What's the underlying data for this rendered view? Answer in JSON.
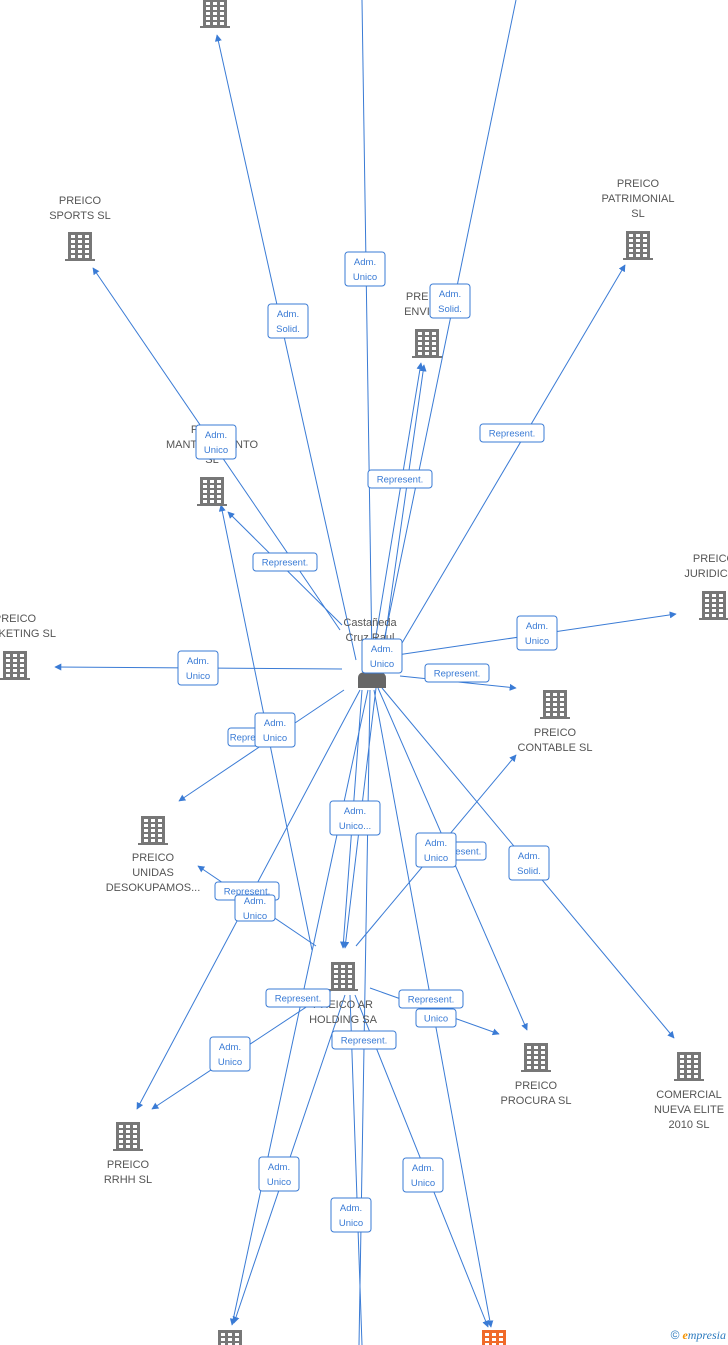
{
  "colors": {
    "edge": "#3a7bd5",
    "company_icon": "#777777",
    "company_icon_highlight": "#f06a2a",
    "person_icon": "#666666",
    "label_text": "#555555",
    "relation_text": "#3a7bd5"
  },
  "brand": {
    "copyright": "©",
    "initial": "e",
    "name": "mpresia"
  },
  "person": {
    "label_lines": [
      "Castañeda",
      "Cruz Raul"
    ]
  },
  "companies": [
    {
      "id": "top",
      "label_lines": []
    },
    {
      "id": "sports",
      "label_lines": [
        "PREICO",
        "SPORTS  SL"
      ]
    },
    {
      "id": "patrimonial",
      "label_lines": [
        "PREICO",
        "PATRIMONIAL",
        "SL"
      ]
    },
    {
      "id": "envidi",
      "label_lines": [
        "PREICO",
        "ENVIDI..."
      ]
    },
    {
      "id": "mant",
      "label_lines": [
        "PREICO",
        "MANTENIMIENTO",
        "SL"
      ]
    },
    {
      "id": "juridicos",
      "label_lines": [
        "PREICO",
        "JURIDICOS"
      ]
    },
    {
      "id": "marketing",
      "label_lines": [
        "PREICO",
        "MARKETING  SL"
      ]
    },
    {
      "id": "contable",
      "label_lines": [
        "PREICO",
        "CONTABLE  SL"
      ]
    },
    {
      "id": "unidas",
      "label_lines": [
        "PREICO",
        "UNIDAS",
        "DESOKUPAMOS..."
      ]
    },
    {
      "id": "holding",
      "label_lines": [
        "PREICO AR",
        "HOLDING SA"
      ]
    },
    {
      "id": "procura",
      "label_lines": [
        "PREICO",
        "PROCURA  SL"
      ]
    },
    {
      "id": "comercial",
      "label_lines": [
        "COMERCIAL",
        "NUEVA ELITE",
        "2010 SL"
      ]
    },
    {
      "id": "rrhh",
      "label_lines": [
        "PREICO",
        "RRHH  SL"
      ]
    },
    {
      "id": "bottom1",
      "label_lines": []
    },
    {
      "id": "bottom2",
      "label_lines": [],
      "highlight": true
    }
  ],
  "relations": [
    {
      "lines": [
        "Adm.",
        "Solid."
      ]
    },
    {
      "lines": [
        "Adm.",
        "Unico"
      ]
    },
    {
      "lines": [
        "Adm.",
        "Solid."
      ]
    },
    {
      "lines": [
        "Represent."
      ]
    },
    {
      "lines": [
        "Adm.",
        "Unico"
      ]
    },
    {
      "lines": [
        "Represent."
      ]
    },
    {
      "lines": [
        "Represent."
      ]
    },
    {
      "lines": [
        "Adm.",
        "Unico"
      ]
    },
    {
      "lines": [
        "Adm.",
        "Unico"
      ]
    },
    {
      "lines": [
        "Adm.",
        "Unico"
      ]
    },
    {
      "lines": [
        "Represent."
      ]
    },
    {
      "lines": [
        "Repres..."
      ]
    },
    {
      "lines": [
        "Adm.",
        "Unico"
      ]
    },
    {
      "lines": [
        "Adm.",
        "Unico..."
      ]
    },
    {
      "lines": [
        "Represent."
      ]
    },
    {
      "lines": [
        "Adm.",
        "Unico"
      ]
    },
    {
      "lines": [
        "Represent."
      ]
    },
    {
      "lines": [
        "Adm.",
        "Unico"
      ]
    },
    {
      "lines": [
        "Adm.",
        "Solid."
      ]
    },
    {
      "lines": [
        "Represent."
      ]
    },
    {
      "lines": [
        "Represent."
      ]
    },
    {
      "lines": [
        "Unico"
      ]
    },
    {
      "lines": [
        "Represent."
      ]
    },
    {
      "lines": [
        "Adm.",
        "Unico"
      ]
    },
    {
      "lines": [
        "Adm.",
        "Unico"
      ]
    },
    {
      "lines": [
        "Adm.",
        "Unico"
      ]
    },
    {
      "lines": [
        "Adm.",
        "Unico"
      ]
    }
  ]
}
